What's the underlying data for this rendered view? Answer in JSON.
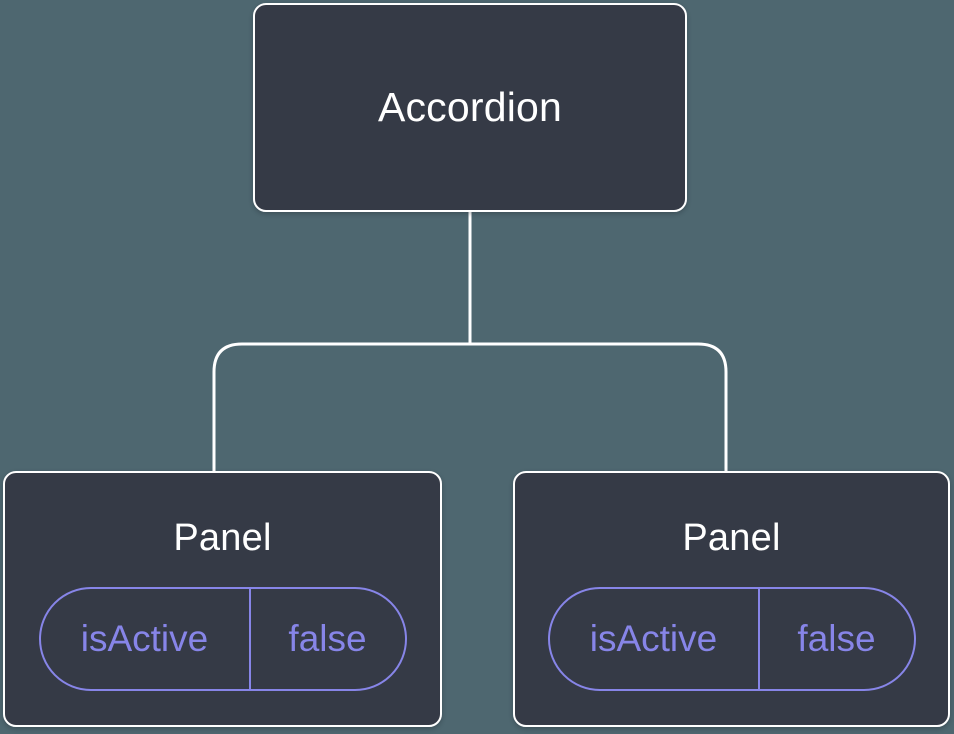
{
  "colors": {
    "background": "#4e6770",
    "node_fill": "#353a46",
    "node_border": "#ffffff",
    "connector": "#ffffff",
    "accent_purple": "#8785e8",
    "text_primary": "#ffffff"
  },
  "tree": {
    "root": {
      "label": "Accordion"
    },
    "children": [
      {
        "label": "Panel",
        "state": {
          "name": "isActive",
          "value": "false"
        }
      },
      {
        "label": "Panel",
        "state": {
          "name": "isActive",
          "value": "false"
        }
      }
    ]
  }
}
